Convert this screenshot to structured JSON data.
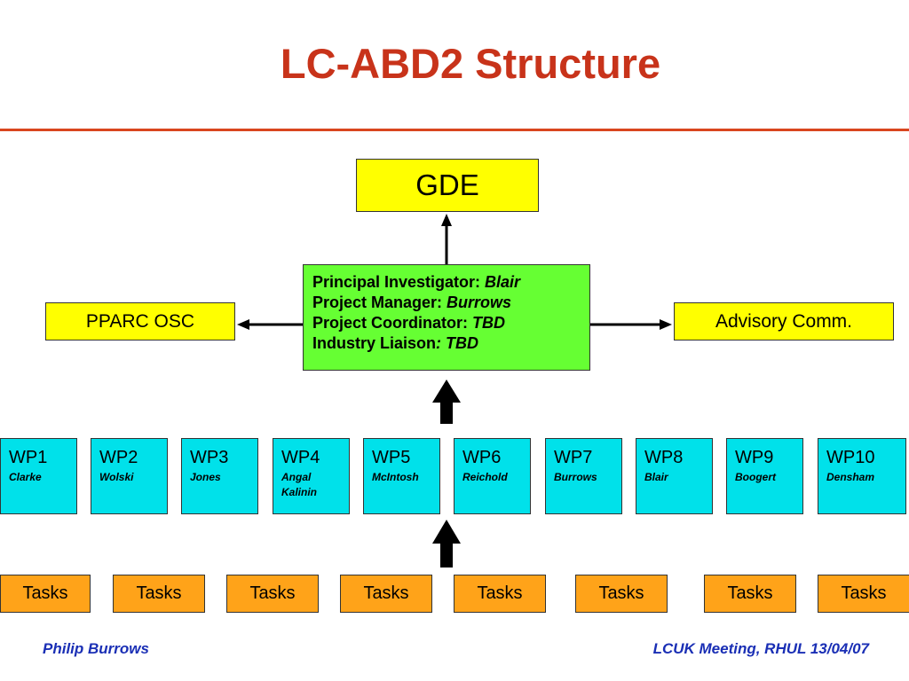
{
  "title": "LC-ABD2 Structure",
  "top_node": "GDE",
  "left_node": "PPARC OSC",
  "right_node": "Advisory Comm.",
  "center": {
    "lines": [
      {
        "label": "Principal Investigator: ",
        "value": "Blair"
      },
      {
        "label": "Project Manager: ",
        "value": "Burrows"
      },
      {
        "label": "Project Coordinator: ",
        "value": "TBD"
      },
      {
        "label": "Industry Liaison",
        "value": ": TBD"
      }
    ]
  },
  "work_packages": [
    {
      "name": "WP1",
      "people": [
        "Clarke"
      ]
    },
    {
      "name": "WP2",
      "people": [
        "Wolski"
      ]
    },
    {
      "name": "WP3",
      "people": [
        "Jones"
      ]
    },
    {
      "name": "WP4",
      "people": [
        "Angal",
        "Kalinin"
      ]
    },
    {
      "name": "WP5",
      "people": [
        "McIntosh"
      ]
    },
    {
      "name": "WP6",
      "people": [
        "Reichold"
      ]
    },
    {
      "name": "WP7",
      "people": [
        "Burrows"
      ]
    },
    {
      "name": "WP8",
      "people": [
        "Blair"
      ]
    },
    {
      "name": "WP9",
      "people": [
        "Boogert"
      ]
    },
    {
      "name": "WP10",
      "people": [
        "Densham"
      ]
    }
  ],
  "tasks": [
    "Tasks",
    "Tasks",
    "Tasks",
    "Tasks",
    "Tasks",
    "Tasks",
    "Tasks",
    "Tasks"
  ],
  "footer": {
    "left": "Philip Burrows",
    "right": "LCUK Meeting, RHUL 13/04/07"
  },
  "colors": {
    "title": "#c8331a",
    "rule": "#d9461f",
    "top_box": "#ffff00",
    "side_boxes": "#ffff00",
    "center_box": "#66ff33",
    "work_package_boxes": "#00e1ea",
    "task_boxes": "#ffa319",
    "footer_text": "#1a2fb5"
  }
}
